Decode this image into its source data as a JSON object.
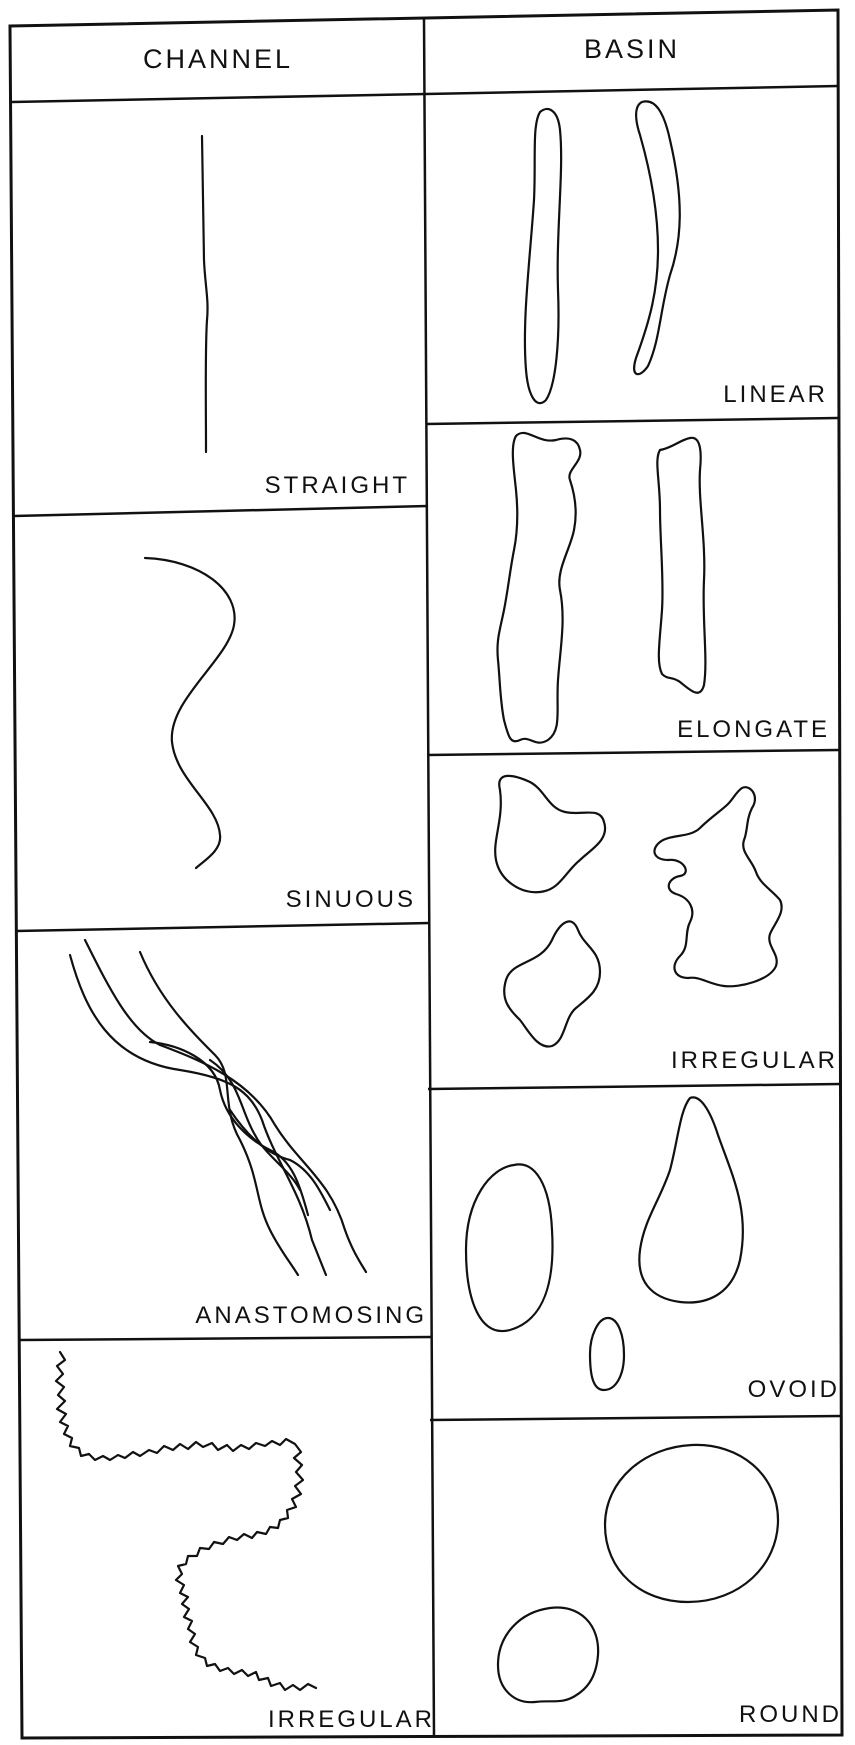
{
  "headers": {
    "channel": "CHANNEL",
    "basin": "BASIN"
  },
  "channel_types": {
    "straight": "STRAIGHT",
    "sinuous": "SINUOUS",
    "anastomosing": "ANASTOMOSING",
    "irregular": "IRREGULAR"
  },
  "basin_types": {
    "linear": "LINEAR",
    "elongate": "ELONGATE",
    "irregular": "IRREGULAR",
    "ovoid": "OVOID",
    "round": "ROUND"
  }
}
